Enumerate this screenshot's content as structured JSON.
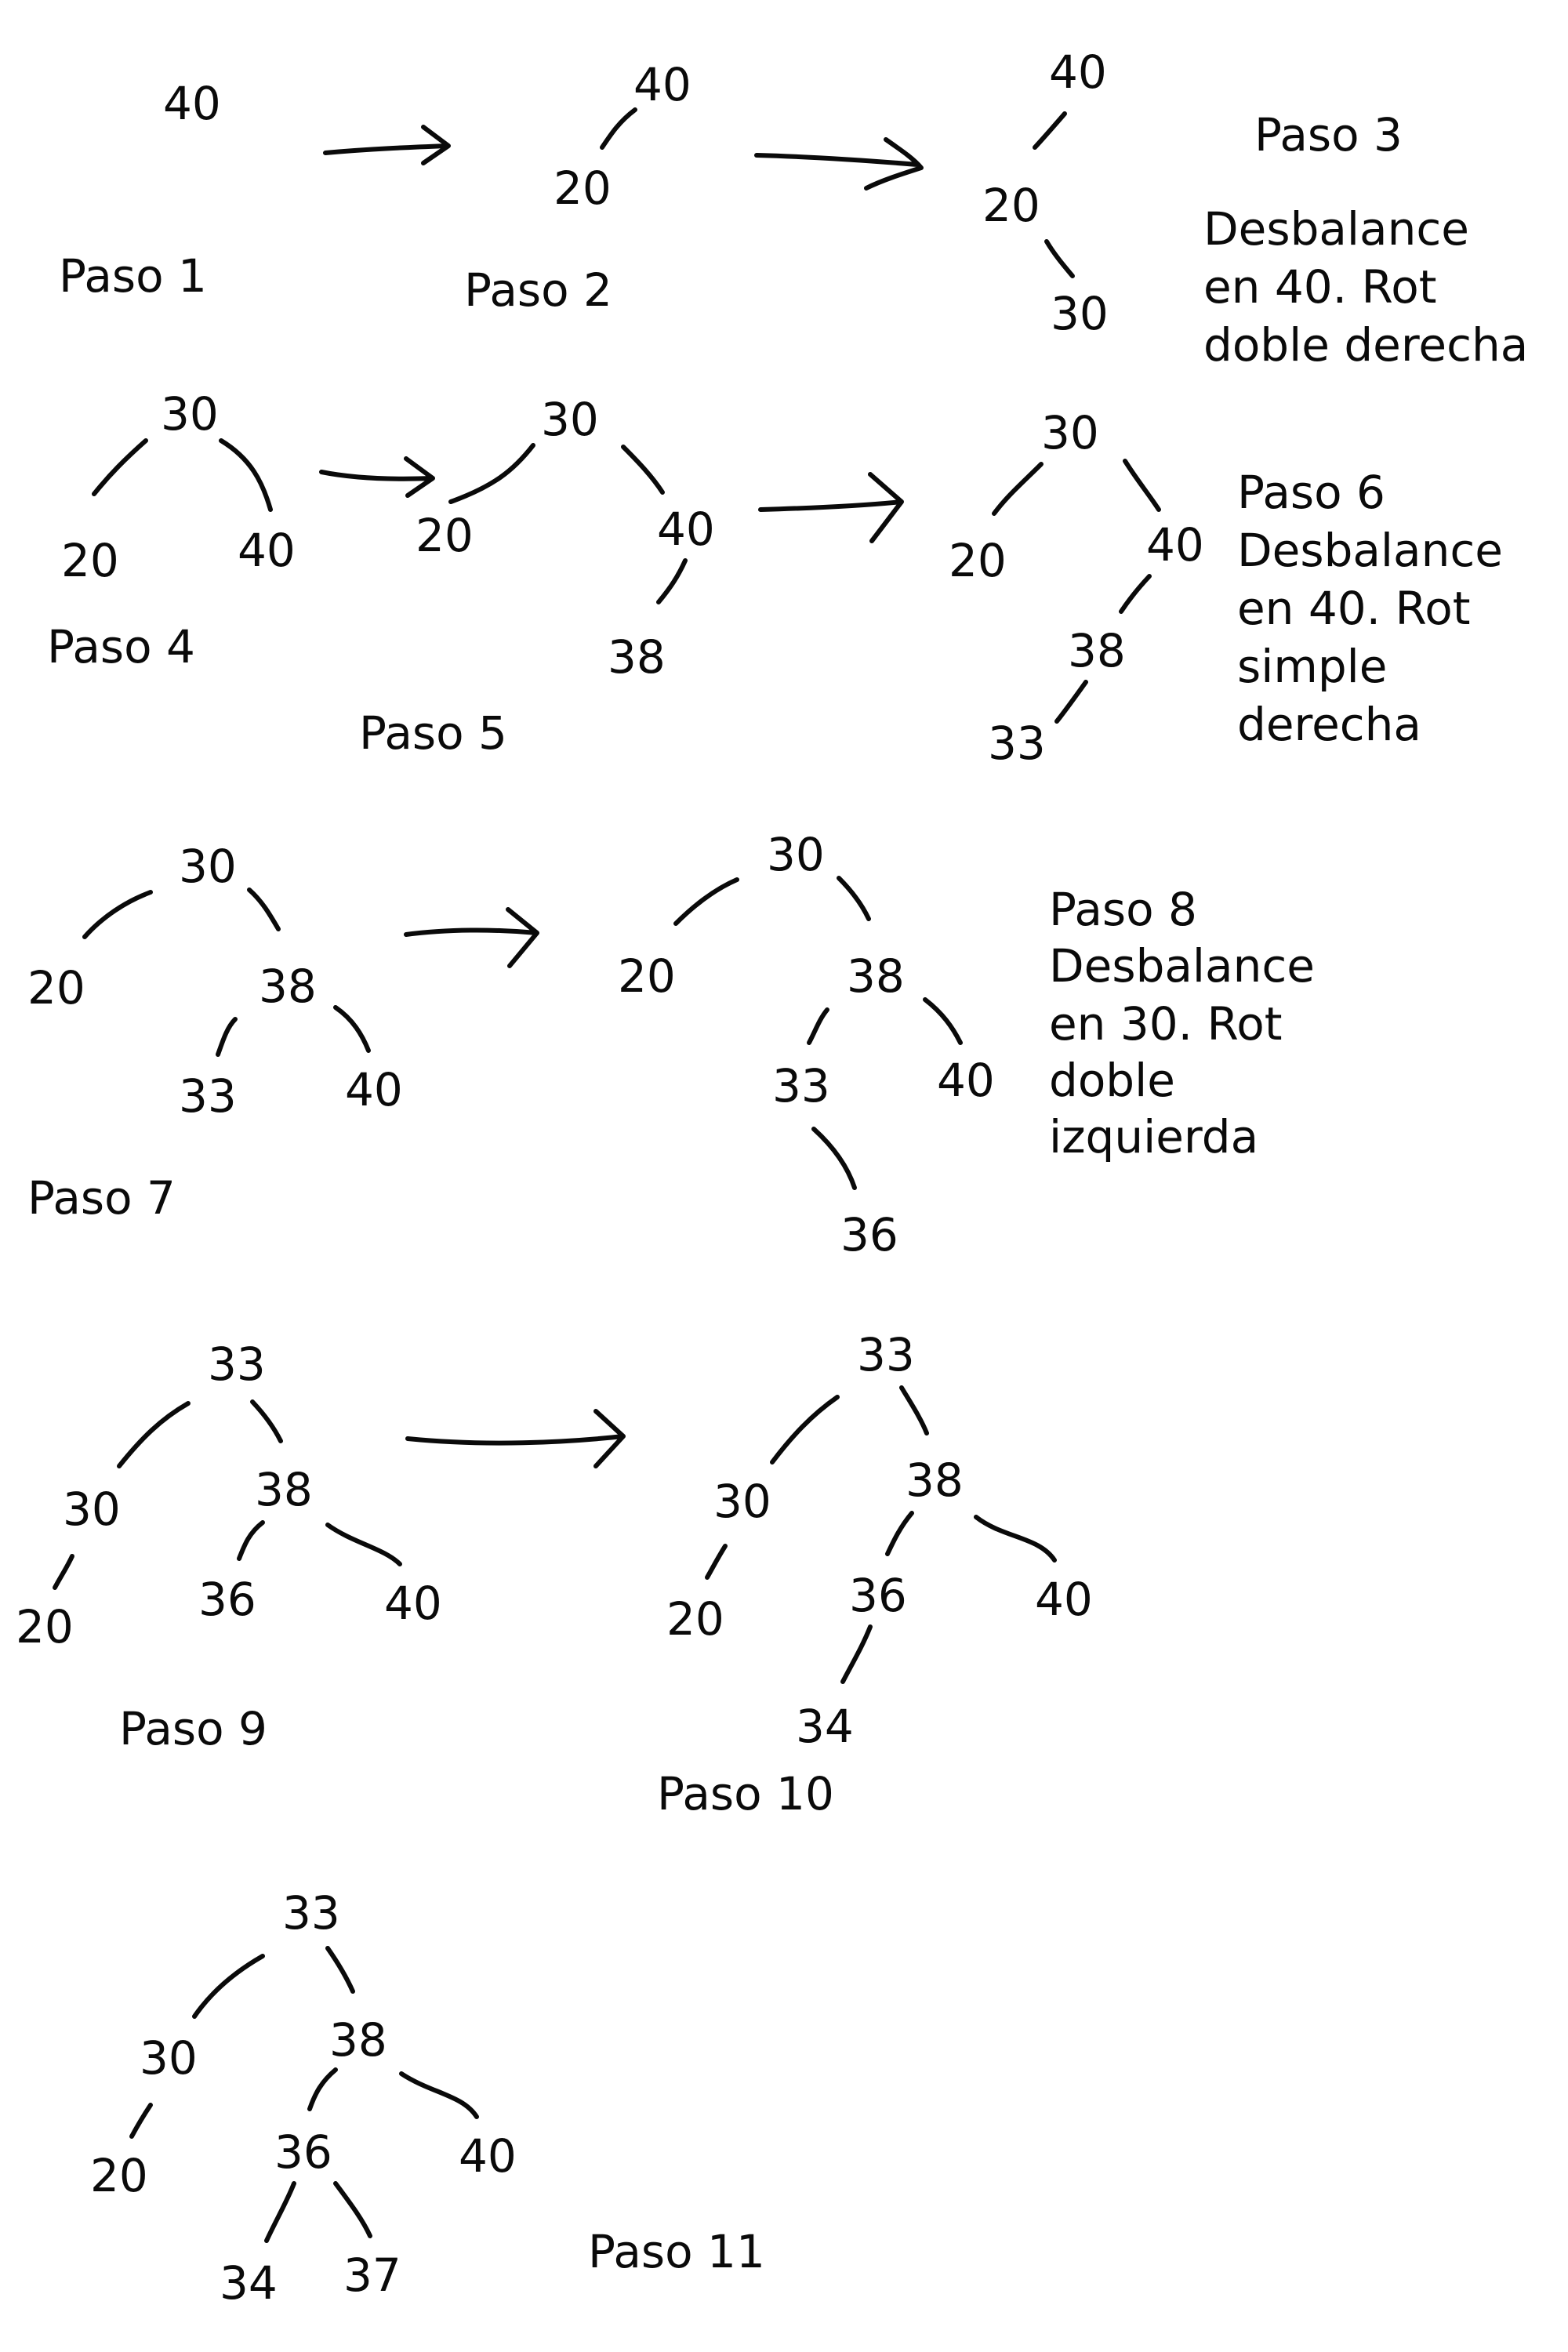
{
  "colors": {
    "ink": "#0a0a0a",
    "background": "#ffffff"
  },
  "steps": [
    {
      "label": "Paso 1",
      "nodes": [
        "40"
      ]
    },
    {
      "label": "Paso 2",
      "nodes": [
        "40",
        "20"
      ]
    },
    {
      "label": "Paso 3",
      "nodes": [
        "40",
        "20",
        "30"
      ],
      "note": [
        "Desbalance",
        "en 40. Rot",
        "doble derecha"
      ]
    },
    {
      "label": "Paso 4",
      "nodes": [
        "30",
        "20",
        "40"
      ]
    },
    {
      "label": "Paso 5",
      "nodes": [
        "30",
        "20",
        "40",
        "38"
      ]
    },
    {
      "label": "Paso 6",
      "nodes": [
        "30",
        "20",
        "40",
        "38",
        "33"
      ],
      "note": [
        "Desbalance",
        "en 40. Rot",
        "simple",
        "derecha"
      ]
    },
    {
      "label": "Paso 7",
      "nodes": [
        "30",
        "20",
        "38",
        "33",
        "40"
      ]
    },
    {
      "label": "Paso 8",
      "nodes": [
        "30",
        "20",
        "38",
        "33",
        "40",
        "36"
      ],
      "note": [
        "Desbalance",
        "en 30. Rot",
        "doble",
        "izquierda"
      ]
    },
    {
      "label": "Paso 9",
      "nodes": [
        "33",
        "30",
        "38",
        "20",
        "36",
        "40"
      ]
    },
    {
      "label": "Paso 10",
      "nodes": [
        "33",
        "30",
        "38",
        "20",
        "36",
        "40",
        "34"
      ]
    },
    {
      "label": "Paso 11",
      "nodes": [
        "33",
        "30",
        "38",
        "20",
        "36",
        "40",
        "34",
        "37"
      ]
    }
  ]
}
